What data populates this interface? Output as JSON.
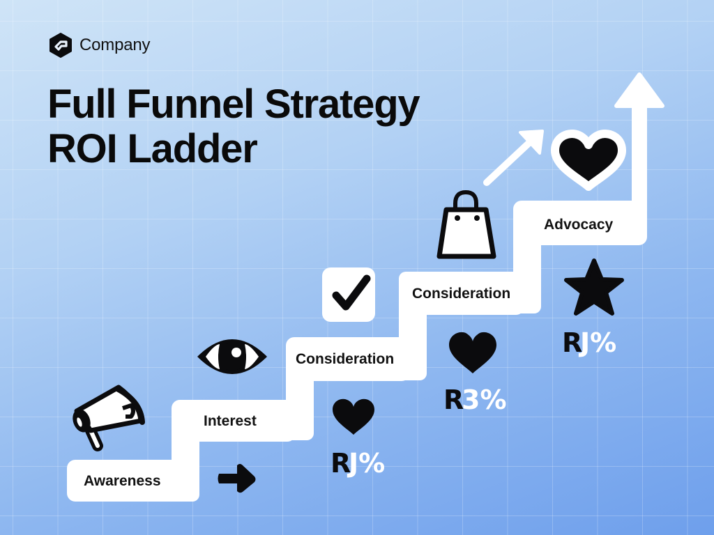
{
  "brand": {
    "name": "Company",
    "logo_icon": "hexagon-logo-icon"
  },
  "title": {
    "line1": "Full Funnel Strategy",
    "line2": "ROI Ladder"
  },
  "colors": {
    "background_top": "#cfe4f7",
    "background_bottom": "#6e9fec",
    "path": "#ffffff",
    "ink": "#0b0b0d"
  },
  "steps": [
    {
      "label": "Awareness",
      "icon": "megaphone-icon",
      "marker": "arrow-right-icon"
    },
    {
      "label": "Interest",
      "icon": "eye-icon"
    },
    {
      "label": "Consideration",
      "icon": "checkmark-icon",
      "marker": "heart-icon",
      "roi": {
        "prefix": "R",
        "value": "J%"
      }
    },
    {
      "label": "Consideration",
      "icon": "shopping-bag-icon",
      "marker": "heart-icon",
      "roi": {
        "prefix": "R",
        "value": "3%"
      }
    },
    {
      "label": "Advocacy",
      "icon": "heart-icon",
      "marker": "star-icon",
      "roi": {
        "prefix": "R",
        "value": "J%"
      }
    }
  ],
  "decor": {
    "diagonal_arrow": "arrow-up-right-icon",
    "ladder_top": "arrow-up-icon"
  }
}
